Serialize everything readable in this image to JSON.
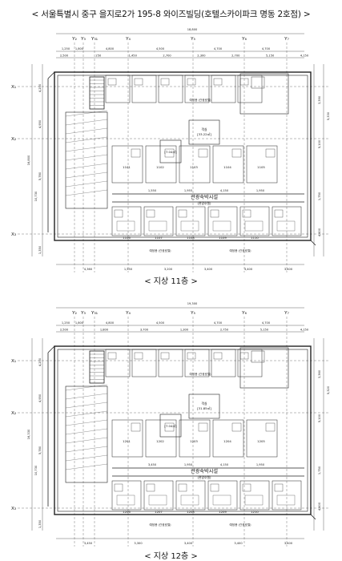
{
  "page": {
    "title": "< 서울특별시 중구 을지로2가 195-8 와이즈빌딩(호텔스카이파크 명동 2호점) >"
  },
  "plans": [
    {
      "caption": "< 지상 11층 >",
      "overall_dim": "18,800",
      "top_dims_1": [
        "1,250",
        "1,800",
        "4,800",
        "4,500",
        "4,700",
        "4,700"
      ],
      "top_dims_2": [
        "2,500",
        "250",
        "1,450",
        "2,700",
        "2,300",
        "2,700",
        "5,150",
        "4,150"
      ],
      "bottom_dims": [
        "4,360",
        "1,550",
        "3,200",
        "3,400",
        "3,400",
        "3,400"
      ],
      "left_dims": [
        "4,200",
        "4,950",
        "5,780",
        "1,350"
      ],
      "left_total": "16,800",
      "left_mid": "10,730",
      "right_dims": [
        "3,390",
        "5,100",
        "1,750",
        "4,400"
      ],
      "right_total": "5,330",
      "mid_dims": [
        "1,550",
        "1,955",
        "4,150",
        "1,950"
      ],
      "top_axes": [
        "Y₂",
        "Y₃",
        "Y₃₁",
        "Y₄",
        "Y₅",
        "Y₆",
        "Y₇"
      ],
      "left_axes": [
        "X₁",
        "X₂",
        "X₃"
      ],
      "room_main": "객실",
      "room_main_area": "[33.22㎡]",
      "room_ev": "[7.04㎡]",
      "corridor_label": "관광숙박시설",
      "corridor_sub": "(관광호텔)",
      "room_codes": [
        "1101",
        "1102",
        "1103",
        "1104",
        "1105",
        "1106",
        "1107",
        "1108",
        "1109",
        "1110"
      ],
      "note_label": "예정용 (관광호텔)"
    },
    {
      "caption": "< 지상 12층 >",
      "overall_dim": "19,300",
      "top_dims_1": [
        "1,250",
        "1,800",
        "4,800",
        "4,500",
        "4,700",
        "4,700"
      ],
      "top_dims_2": [
        "2,500",
        "1,800",
        "3,700",
        "1,300",
        "2,750",
        "5,150",
        "4,150"
      ],
      "bottom_dims": [
        "3,450",
        "3,300",
        "3,400",
        "3,400",
        "3,400"
      ],
      "left_dims": [
        "4,200",
        "4,950",
        "5,780",
        "1,350"
      ],
      "left_total": "16,330",
      "left_mid": "10,730",
      "right_dims": [
        "3,360",
        "5,100",
        "1,750",
        "4,400"
      ],
      "right_total": "5,320",
      "mid_dims": [
        "3,450",
        "1,950",
        "4,150",
        "1,950"
      ],
      "top_axes": [
        "Y₂",
        "Y₃",
        "Y₃₁",
        "Y₄",
        "Y₅",
        "Y₆",
        "Y₇"
      ],
      "left_axes": [
        "X₁",
        "X₂",
        "X₃"
      ],
      "room_main": "객실",
      "room_main_area": "[31.85㎡]",
      "room_ev": "[7.04㎡]",
      "corridor_label": "관광숙박시설",
      "corridor_sub": "(관광호텔)",
      "room_codes": [
        "1201",
        "1202",
        "1203",
        "1204",
        "1205",
        "1206",
        "1207",
        "1208",
        "1209",
        "1210"
      ],
      "note_label": "예정용 (관광호텔)"
    }
  ]
}
